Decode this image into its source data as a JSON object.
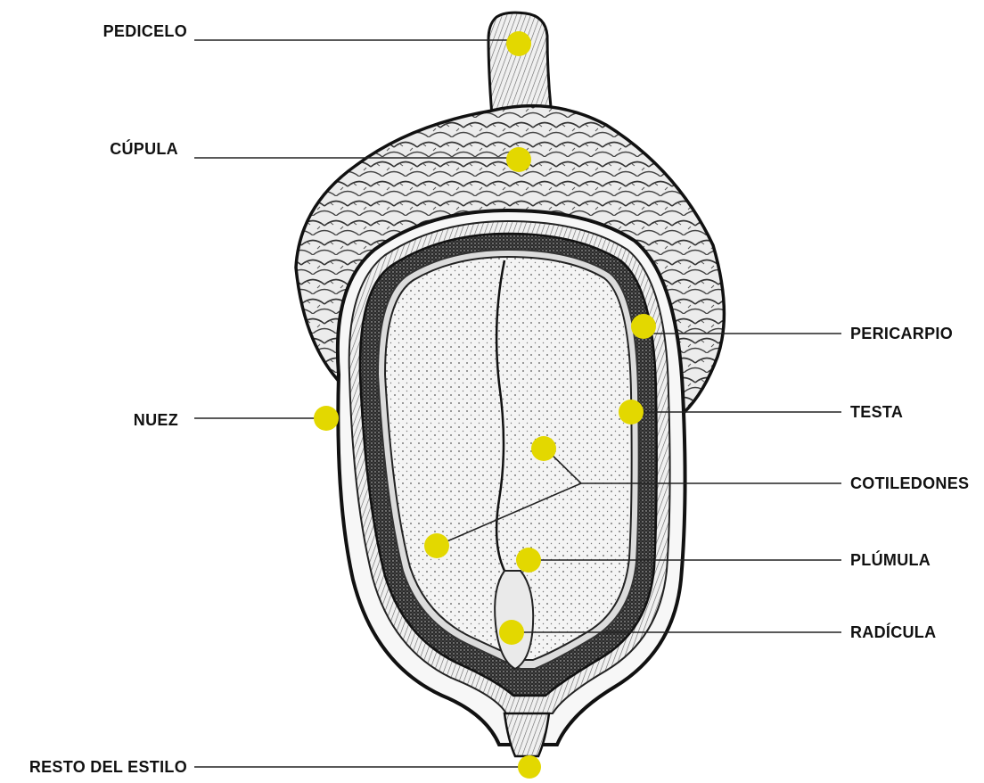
{
  "labels": {
    "pedicelo": "PEDICELO",
    "cupula": "CÚPULA",
    "nuez": "NUEZ",
    "resto_del_estilo": "RESTO DEL ESTILO",
    "pericarpio": "PERICARPIO",
    "testa": "TESTA",
    "cotiledones": "COTILEDONES",
    "plumula": "PLÚMULA",
    "radicula": "RADÍCULA"
  },
  "colors": {
    "marker": "#e3d800",
    "ink": "#111111",
    "seed_fill": "#f4f4f4",
    "cup_fill": "#e9e9e9",
    "shell_fill": "#f7f7f7"
  },
  "icons": {
    "marker": "yellow-dot"
  }
}
